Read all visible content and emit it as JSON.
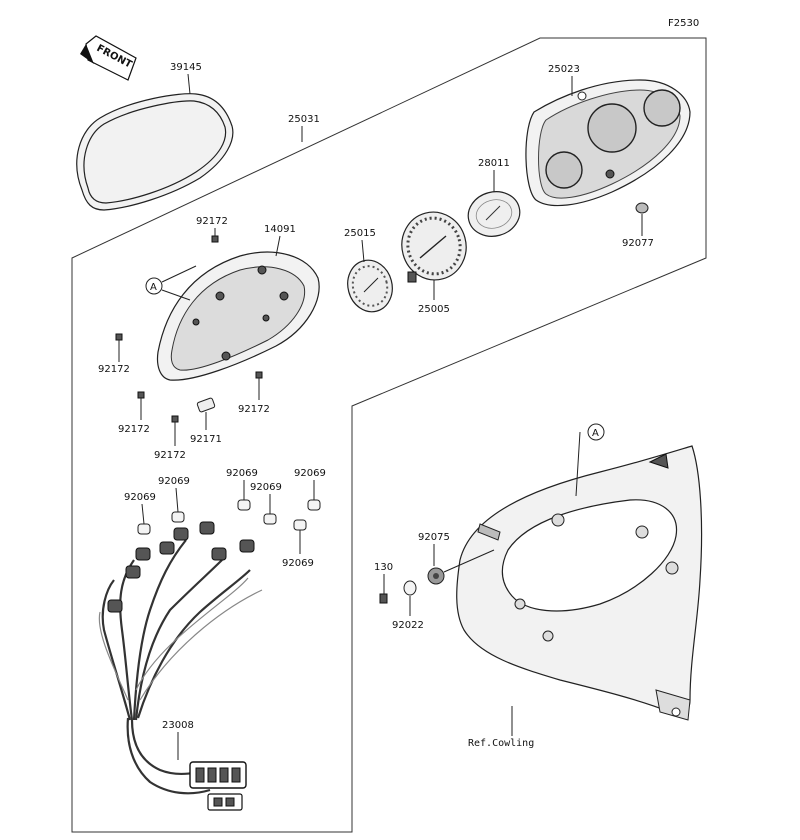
{
  "diagram_code": "F2530",
  "front_tag": "FRONT",
  "ref_marker": "A",
  "ref_cowling": "Ref.Cowling",
  "parts": {
    "p39145": "39145",
    "p25031": "25031",
    "p25023": "25023",
    "p28011": "28011",
    "p92077": "92077",
    "p92172": "92172",
    "p14091": "14091",
    "p25015": "25015",
    "p25005": "25005",
    "p92171": "92171",
    "p92069": "92069",
    "p23008": "23008",
    "p92075": "92075",
    "p130": "130",
    "p92022": "92022"
  }
}
